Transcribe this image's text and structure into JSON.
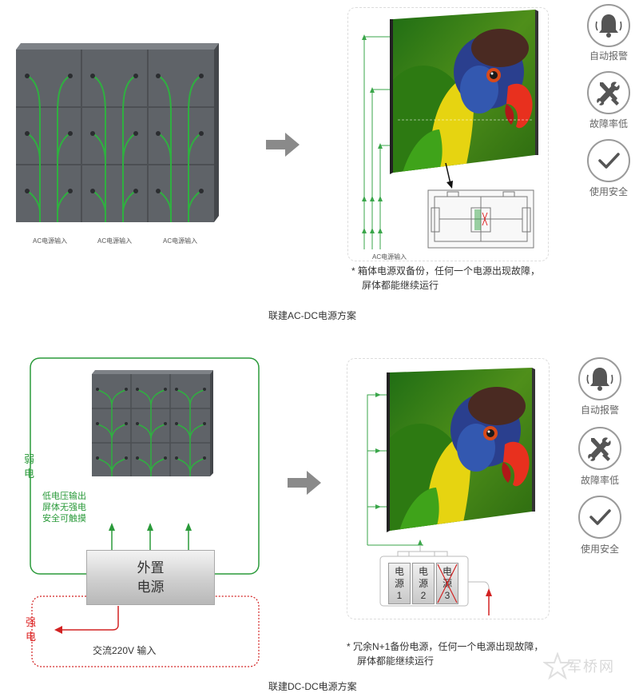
{
  "top": {
    "ac_labels": [
      "AC电源输入",
      "AC电源输入",
      "AC电源输入"
    ],
    "right_ac_label": "AC电源输入",
    "note_line1": "* 箱体电源双备份，任何一个电源出现故障，",
    "note_line2": "屏体都能继续运行",
    "caption": "联建AC-DC电源方案"
  },
  "bottom": {
    "weak_label": "弱电",
    "strong_label": "强电",
    "green_note": [
      "低电压输出",
      "屏体无强电",
      "安全可触摸"
    ],
    "psu_line1": "外置",
    "psu_line2": "电源",
    "ac_input": "交流220V 输入",
    "psu_units": [
      {
        "line1": "电",
        "line2": "源",
        "num": "1"
      },
      {
        "line1": "电",
        "line2": "源",
        "num": "2"
      },
      {
        "line1": "电",
        "line2": "源",
        "num": "3"
      }
    ],
    "note_line1": "* 冗余N+1备份电源，任何一个电源出现故障，",
    "note_line2": "屏体都能继续运行",
    "caption": "联建DC-DC电源方案"
  },
  "features": {
    "alarm": "自动报警",
    "low_fault": "故障率低",
    "safe": "使用安全"
  },
  "watermark": "军桥网",
  "colors": {
    "panel": "#5f6368",
    "green": "#2a9a3a",
    "red": "#d22222",
    "arrow": "#8a8a8a"
  }
}
